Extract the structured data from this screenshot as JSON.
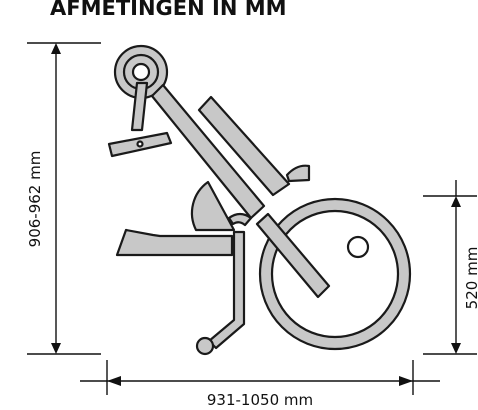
{
  "title": "AFMETINGEN IN MM",
  "dimensions": {
    "height": "906-962 mm",
    "length": "931-1050 mm",
    "wheel_height": "520 mm"
  },
  "colors": {
    "part_fill": "#c8c8c8",
    "line": "#1a1a1a",
    "background": "#ffffff"
  }
}
